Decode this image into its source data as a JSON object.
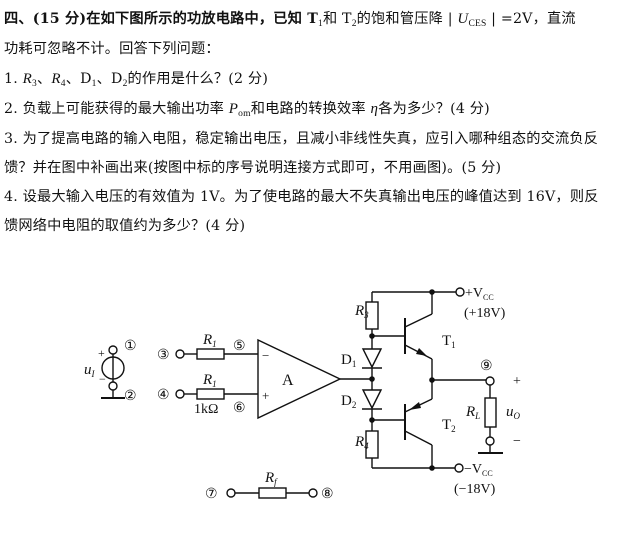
{
  "question": {
    "line1": {
      "a": "四、(15 分)在如下图所示的功放电路中，已知 T",
      "s1": "1",
      "b": "和 T",
      "s2": "2",
      "c": "的饱和管压降 | ",
      "u": "U",
      "us": "CES",
      "d": " | =2V，直流"
    },
    "line2": "功耗可忽略不计。回答下列问题：",
    "q1": {
      "a": "1. ",
      "r3": "R",
      "r3s": "3",
      "sep1": "、",
      "r4": "R",
      "r4s": "4",
      "b": "、D",
      "d1s": "1",
      "c": "、D",
      "d2s": "2",
      "d": "的作用是什么？(2 分)"
    },
    "q2": {
      "a": "2. 负载上可能获得的最大输出功率 ",
      "p": "P",
      "ps": "om",
      "b": "和电路的转换效率 ",
      "eta": "η",
      "c": "各为多少？(4 分)"
    },
    "q3a": "3. 为了提高电路的输入电阻，稳定输出电压，且减小非线性失真，应引入哪种组态的交流负反",
    "q3b": "馈？并在图中补画出来(按图中标的序号说明连接方式即可，不用画图)。(5 分)",
    "q4a": "4. 设最大输入电压的有效值为 1V。为了使电路的最大不失真输出电压的峰值达到 16V，则反",
    "q4b": "馈网络中电阻的取值约为多少？(4 分)"
  },
  "circuit": {
    "n1": "①",
    "n2": "②",
    "n3": "③",
    "n4": "④",
    "n5": "⑤",
    "n6": "⑥",
    "n7": "⑦",
    "n8": "⑧",
    "n9": "⑨",
    "ui": "u",
    "ui_sub": "I",
    "plus": "+",
    "minus": "−",
    "r1": "R",
    "r1_sub": "1",
    "r1_value": "1kΩ",
    "opamp": "A",
    "r3": "R",
    "r3_sub": "3",
    "r4": "R",
    "r4_sub": "4",
    "d1": "D",
    "d1_sub": "1",
    "d2": "D",
    "d2_sub": "2",
    "t1": "T",
    "t1_sub": "1",
    "t2": "T",
    "t2_sub": "2",
    "vcc_pos": "+V",
    "vcc_neg": "−V",
    "vcc_sub": "CC",
    "vcc_pos_val": "(+18V)",
    "vcc_neg_val": "(−18V)",
    "rl": "R",
    "rl_sub": "L",
    "uo": "u",
    "uo_sub": "O",
    "rf": "R",
    "rf_sub": "f"
  }
}
